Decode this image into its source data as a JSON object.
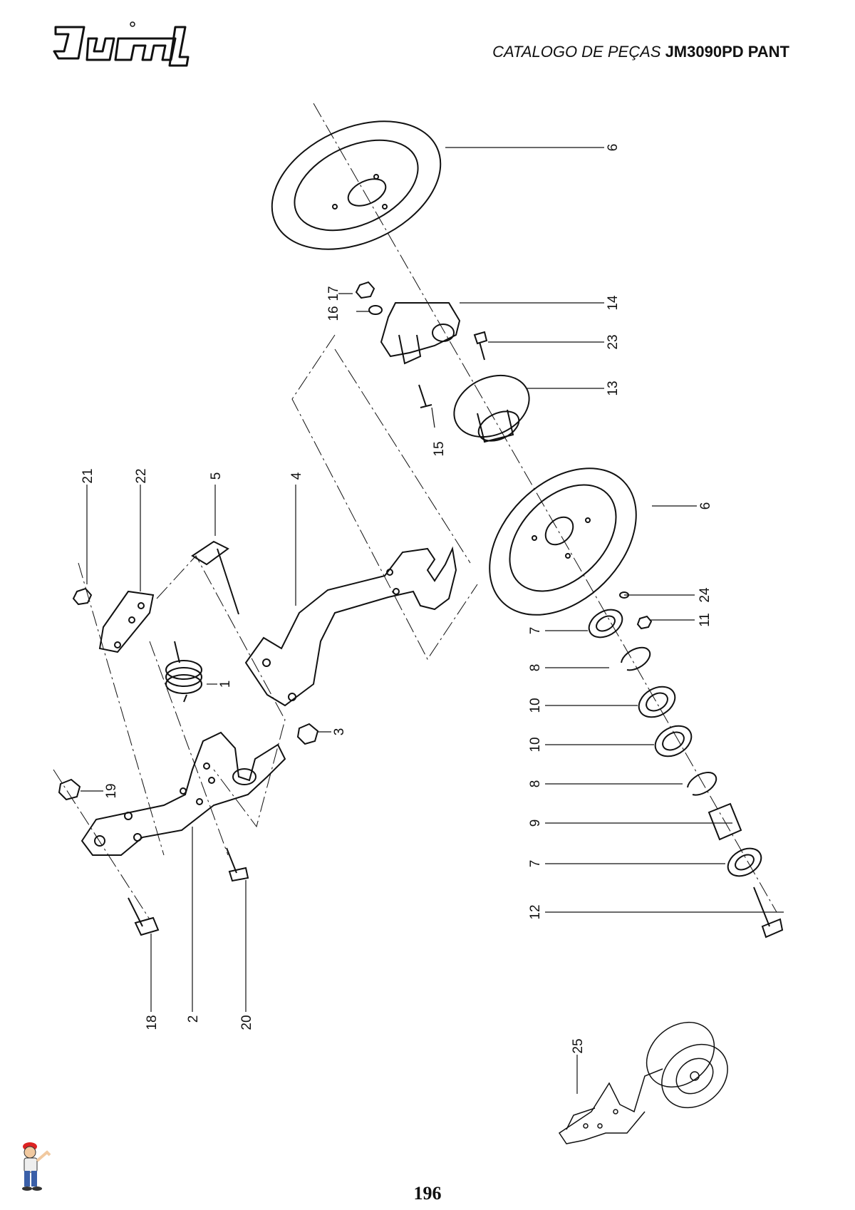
{
  "header": {
    "brand": "Jumil",
    "catalog_label": "CATALOGO DE PEÇAS",
    "model": "JM3090PD PANT"
  },
  "callouts": [
    "6",
    "17",
    "16",
    "14",
    "23",
    "13",
    "15",
    "6",
    "21",
    "22",
    "5",
    "4",
    "24",
    "11",
    "7",
    "8",
    "1",
    "10",
    "3",
    "10",
    "19",
    "8",
    "9",
    "7",
    "12",
    "18",
    "2",
    "20",
    "25"
  ],
  "page_number": "196",
  "icons": {
    "logo": "jumil-logo",
    "mascot": "mascot-icon"
  }
}
